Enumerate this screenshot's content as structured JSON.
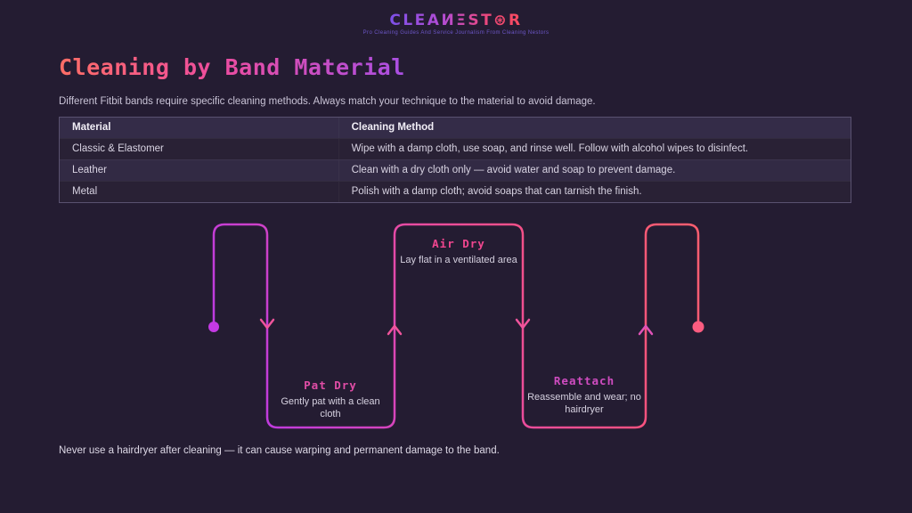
{
  "brand": {
    "logo_text": "CLEAИΞST⊛R",
    "tagline": "Pro Cleaning Guides And Service Journalism From Cleaning Nestors",
    "logo_gradient": [
      "#7c50e8",
      "#b44cd4",
      "#ee4878",
      "#fb4b5e"
    ]
  },
  "page": {
    "title": "Cleaning by Band Material",
    "title_gradient": [
      "#ff6e66",
      "#ee4d9e",
      "#a94fe4"
    ],
    "intro": "Different Fitbit bands require specific cleaning methods. Always match your technique to the material to avoid damage.",
    "footer_note": "Never use a hairdryer after cleaning — it can cause warping and permanent damage to the band.",
    "background_color": "#241c32"
  },
  "table": {
    "headers": [
      "Material",
      "Cleaning Method"
    ],
    "rows": [
      {
        "material": "Classic & Elastomer",
        "method": "Wipe with a damp cloth, use soap, and rinse well. Follow with alcohol wipes to disinfect."
      },
      {
        "material": "Leather",
        "method": "Clean with a dry cloth only — avoid water and soap to prevent damage."
      },
      {
        "material": "Metal",
        "method": "Polish with a damp cloth; avoid soaps that can tarnish the finish."
      }
    ]
  },
  "flow": {
    "steps": [
      {
        "title": "Pat Dry",
        "desc": "Gently pat with a clean cloth",
        "accent_color": "#e04da6"
      },
      {
        "title": "Air Dry",
        "desc": "Lay flat in a ventilated area",
        "accent_color": "#f1468f"
      },
      {
        "title": "Reattach",
        "desc": "Reassemble and wear; no hairdryer",
        "accent_color": "#cf4cc0"
      }
    ],
    "path_colors": {
      "start": "#b537ee",
      "mid": "#e44aa8",
      "end": "#ff5f6e",
      "arrow": "#f0549c",
      "start_dot": "#c43ae4",
      "end_dot": "#fb5c80"
    }
  }
}
